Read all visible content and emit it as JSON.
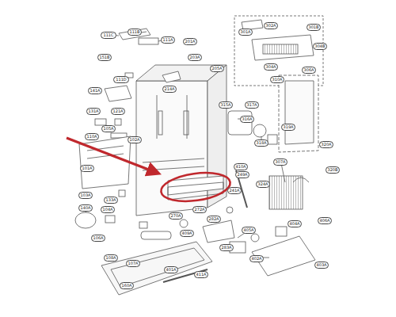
{
  "diagram": {
    "labels": [
      "111C",
      "111B",
      "111A",
      "151B",
      "111D",
      "141A",
      "131A",
      "121A",
      "105A",
      "102A",
      "110A",
      "101A",
      "103A",
      "133A",
      "140A",
      "104A",
      "106A",
      "108A",
      "107A",
      "160A",
      "214A",
      "201A",
      "203A",
      "205A",
      "301A",
      "302A",
      "304A",
      "310A",
      "306A",
      "304B",
      "301B",
      "315A",
      "316A",
      "317A",
      "318A",
      "319A",
      "320A",
      "307A",
      "320B",
      "324A",
      "410A",
      "249A",
      "241A",
      "270A",
      "272A",
      "282A",
      "283A",
      "409A",
      "405A",
      "402A",
      "404A",
      "406A",
      "403A",
      "411A",
      "401A"
    ]
  }
}
